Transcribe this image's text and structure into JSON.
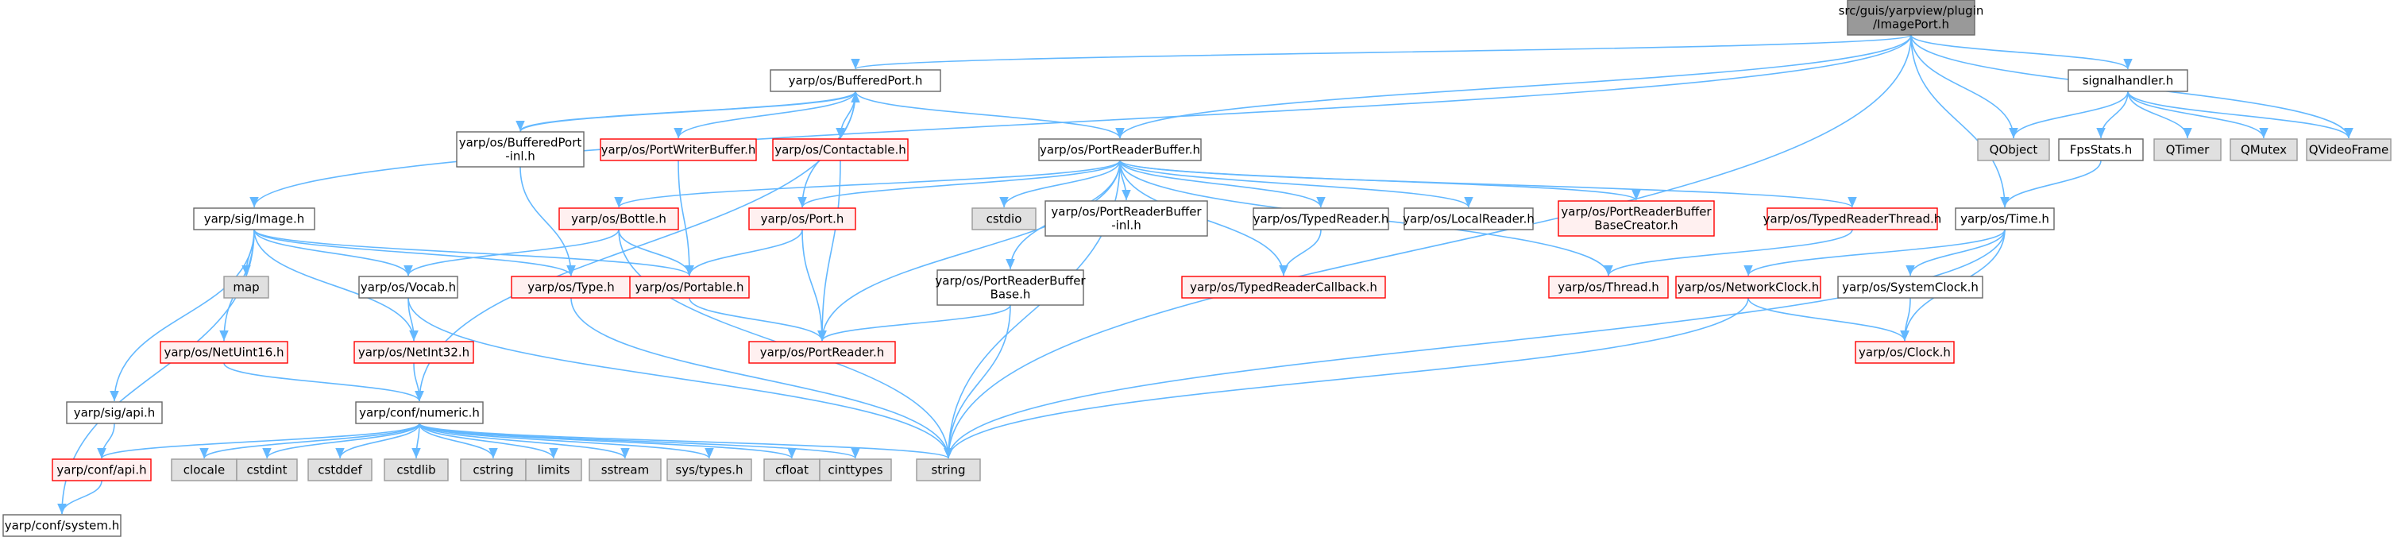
{
  "colors": {
    "root_fill": "#999999",
    "root_stroke": "#666666",
    "normal_fill": "#ffffff",
    "normal_stroke": "#666666",
    "red_fill": "#fff0f0",
    "red_stroke": "#ff0000",
    "gray_fill": "#e0e0e0",
    "gray_stroke": "#999999",
    "edge": "#63b8ff"
  },
  "graph": {
    "nodes": [
      {
        "id": "root",
        "style": "root",
        "label": [
          "src/guis/yarpview/plugin",
          "/ImagePort.h"
        ]
      },
      {
        "id": "bufferedport",
        "style": "normal",
        "label": [
          "yarp/os/BufferedPort.h"
        ]
      },
      {
        "id": "signalhandler",
        "style": "normal",
        "label": [
          "signalhandler.h"
        ]
      },
      {
        "id": "bufferedport_inl",
        "style": "normal",
        "label": [
          "yarp/os/BufferedPort",
          "-inl.h"
        ]
      },
      {
        "id": "portwriterbuffer",
        "style": "red",
        "label": [
          "yarp/os/PortWriterBuffer.h"
        ]
      },
      {
        "id": "contactable",
        "style": "red",
        "label": [
          "yarp/os/Contactable.h"
        ]
      },
      {
        "id": "portreaderbuffer",
        "style": "normal",
        "label": [
          "yarp/os/PortReaderBuffer.h"
        ]
      },
      {
        "id": "qobject",
        "style": "gray",
        "label": [
          "QObject"
        ]
      },
      {
        "id": "fpsstats",
        "style": "normal",
        "label": [
          "FpsStats.h"
        ]
      },
      {
        "id": "qtimer",
        "style": "gray",
        "label": [
          "QTimer"
        ]
      },
      {
        "id": "qmutex",
        "style": "gray",
        "label": [
          "QMutex"
        ]
      },
      {
        "id": "qvideoframe",
        "style": "gray",
        "label": [
          "QVideoFrame"
        ]
      },
      {
        "id": "image",
        "style": "normal",
        "label": [
          "yarp/sig/Image.h"
        ]
      },
      {
        "id": "bottle",
        "style": "red",
        "label": [
          "yarp/os/Bottle.h"
        ]
      },
      {
        "id": "port",
        "style": "red",
        "label": [
          "yarp/os/Port.h"
        ]
      },
      {
        "id": "cstdio",
        "style": "gray",
        "label": [
          "cstdio"
        ]
      },
      {
        "id": "portreaderbuffer_inl",
        "style": "normal",
        "label": [
          "yarp/os/PortReaderBuffer",
          "-inl.h"
        ]
      },
      {
        "id": "typedreader",
        "style": "normal",
        "label": [
          "yarp/os/TypedReader.h"
        ]
      },
      {
        "id": "localreader",
        "style": "normal",
        "label": [
          "yarp/os/LocalReader.h"
        ]
      },
      {
        "id": "prb_creator",
        "style": "red",
        "label": [
          "yarp/os/PortReaderBuffer",
          "BaseCreator.h"
        ]
      },
      {
        "id": "typedreaderthread",
        "style": "red",
        "label": [
          "yarp/os/TypedReaderThread.h"
        ]
      },
      {
        "id": "time",
        "style": "normal",
        "label": [
          "yarp/os/Time.h"
        ]
      },
      {
        "id": "map",
        "style": "gray",
        "label": [
          "map"
        ]
      },
      {
        "id": "vocab",
        "style": "normal",
        "label": [
          "yarp/os/Vocab.h"
        ]
      },
      {
        "id": "type",
        "style": "red",
        "label": [
          "yarp/os/Type.h"
        ]
      },
      {
        "id": "portable",
        "style": "red",
        "label": [
          "yarp/os/Portable.h"
        ]
      },
      {
        "id": "prb_base",
        "style": "normal",
        "label": [
          "yarp/os/PortReaderBuffer",
          "Base.h"
        ]
      },
      {
        "id": "typedreadercallback",
        "style": "red",
        "label": [
          "yarp/os/TypedReaderCallback.h"
        ]
      },
      {
        "id": "thread",
        "style": "red",
        "label": [
          "yarp/os/Thread.h"
        ]
      },
      {
        "id": "networkclock",
        "style": "red",
        "label": [
          "yarp/os/NetworkClock.h"
        ]
      },
      {
        "id": "systemclock",
        "style": "normal",
        "label": [
          "yarp/os/SystemClock.h"
        ]
      },
      {
        "id": "netuint16",
        "style": "red",
        "label": [
          "yarp/os/NetUint16.h"
        ]
      },
      {
        "id": "netint32",
        "style": "red",
        "label": [
          "yarp/os/NetInt32.h"
        ]
      },
      {
        "id": "portreader",
        "style": "red",
        "label": [
          "yarp/os/PortReader.h"
        ]
      },
      {
        "id": "clock",
        "style": "red",
        "label": [
          "yarp/os/Clock.h"
        ]
      },
      {
        "id": "sigapi",
        "style": "normal",
        "label": [
          "yarp/sig/api.h"
        ]
      },
      {
        "id": "numeric",
        "style": "normal",
        "label": [
          "yarp/conf/numeric.h"
        ]
      },
      {
        "id": "confapi",
        "style": "red",
        "label": [
          "yarp/conf/api.h"
        ]
      },
      {
        "id": "clocale",
        "style": "gray",
        "label": [
          "clocale"
        ]
      },
      {
        "id": "cstdint",
        "style": "gray",
        "label": [
          "cstdint"
        ]
      },
      {
        "id": "cstddef",
        "style": "gray",
        "label": [
          "cstddef"
        ]
      },
      {
        "id": "cstdlib",
        "style": "gray",
        "label": [
          "cstdlib"
        ]
      },
      {
        "id": "cstring",
        "style": "gray",
        "label": [
          "cstring"
        ]
      },
      {
        "id": "limits",
        "style": "gray",
        "label": [
          "limits"
        ]
      },
      {
        "id": "sstream",
        "style": "gray",
        "label": [
          "sstream"
        ]
      },
      {
        "id": "systypes",
        "style": "gray",
        "label": [
          "sys/types.h"
        ]
      },
      {
        "id": "cfloat",
        "style": "gray",
        "label": [
          "cfloat"
        ]
      },
      {
        "id": "cinttypes",
        "style": "gray",
        "label": [
          "cinttypes"
        ]
      },
      {
        "id": "string",
        "style": "gray",
        "label": [
          "string"
        ]
      },
      {
        "id": "confsystem",
        "style": "normal",
        "label": [
          "yarp/conf/system.h"
        ]
      }
    ],
    "edges": [
      [
        "root",
        "bufferedport"
      ],
      [
        "root",
        "image"
      ],
      [
        "root",
        "portreaderbuffer"
      ],
      [
        "root",
        "signalhandler"
      ],
      [
        "root",
        "qobject"
      ],
      [
        "root",
        "qvideoframe"
      ],
      [
        "root",
        "time"
      ],
      [
        "root",
        "string"
      ],
      [
        "bufferedport",
        "bufferedport_inl"
      ],
      [
        "bufferedport",
        "portwriterbuffer"
      ],
      [
        "bufferedport",
        "contactable"
      ],
      [
        "bufferedport",
        "portreaderbuffer"
      ],
      [
        "bufferedport",
        "port"
      ],
      [
        "bufferedport",
        "numeric"
      ],
      [
        "bufferedport_inl",
        "bufferedport"
      ],
      [
        "bufferedport_inl",
        "type"
      ],
      [
        "portwriterbuffer",
        "portable"
      ],
      [
        "contactable",
        "portreader"
      ],
      [
        "signalhandler",
        "qobject"
      ],
      [
        "signalhandler",
        "fpsstats"
      ],
      [
        "signalhandler",
        "qtimer"
      ],
      [
        "signalhandler",
        "qmutex"
      ],
      [
        "signalhandler",
        "qvideoframe"
      ],
      [
        "fpsstats",
        "time"
      ],
      [
        "portreaderbuffer",
        "bottle"
      ],
      [
        "portreaderbuffer",
        "port"
      ],
      [
        "portreaderbuffer",
        "cstdio"
      ],
      [
        "portreaderbuffer",
        "portreaderbuffer_inl"
      ],
      [
        "portreaderbuffer",
        "typedreader"
      ],
      [
        "portreaderbuffer",
        "localreader"
      ],
      [
        "portreaderbuffer",
        "prb_creator"
      ],
      [
        "portreaderbuffer",
        "typedreaderthread"
      ],
      [
        "portreaderbuffer",
        "prb_base"
      ],
      [
        "portreaderbuffer",
        "typedreadercallback"
      ],
      [
        "portreaderbuffer",
        "thread"
      ],
      [
        "portreaderbuffer",
        "portreader"
      ],
      [
        "portreaderbuffer",
        "string"
      ],
      [
        "image",
        "map"
      ],
      [
        "image",
        "vocab"
      ],
      [
        "image",
        "type"
      ],
      [
        "image",
        "portable"
      ],
      [
        "image",
        "netuint16"
      ],
      [
        "image",
        "netint32"
      ],
      [
        "image",
        "sigapi"
      ],
      [
        "image",
        "confsystem"
      ],
      [
        "bottle",
        "vocab"
      ],
      [
        "bottle",
        "portable"
      ],
      [
        "bottle",
        "string"
      ],
      [
        "port",
        "portable"
      ],
      [
        "port",
        "portreader"
      ],
      [
        "typedreader",
        "typedreadercallback"
      ],
      [
        "typedreaderthread",
        "thread"
      ],
      [
        "time",
        "networkclock"
      ],
      [
        "time",
        "systemclock"
      ],
      [
        "time",
        "clock"
      ],
      [
        "time",
        "string"
      ],
      [
        "networkclock",
        "clock"
      ],
      [
        "networkclock",
        "string"
      ],
      [
        "systemclock",
        "clock"
      ],
      [
        "vocab",
        "netint32"
      ],
      [
        "vocab",
        "string"
      ],
      [
        "type",
        "string"
      ],
      [
        "portable",
        "portreader"
      ],
      [
        "prb_base",
        "portreader"
      ],
      [
        "prb_base",
        "string"
      ],
      [
        "netuint16",
        "numeric"
      ],
      [
        "netint32",
        "numeric"
      ],
      [
        "sigapi",
        "confapi"
      ],
      [
        "confapi",
        "confsystem"
      ],
      [
        "numeric",
        "confapi"
      ],
      [
        "numeric",
        "clocale"
      ],
      [
        "numeric",
        "cstdint"
      ],
      [
        "numeric",
        "cstddef"
      ],
      [
        "numeric",
        "cstdlib"
      ],
      [
        "numeric",
        "cstring"
      ],
      [
        "numeric",
        "limits"
      ],
      [
        "numeric",
        "sstream"
      ],
      [
        "numeric",
        "systypes"
      ],
      [
        "numeric",
        "cfloat"
      ],
      [
        "numeric",
        "cinttypes"
      ],
      [
        "numeric",
        "string"
      ]
    ]
  }
}
